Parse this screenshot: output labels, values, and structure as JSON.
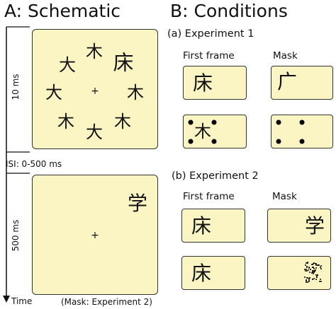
{
  "left_header": "A: Schematic",
  "right_header": "B: Conditions",
  "timeline": {
    "isi_label": "ISI: 0-500 ms",
    "top_duration": "10 ms",
    "bottom_duration": "500 ms",
    "time_label": "Time",
    "mask_note": "(Mask: Experiment 2)"
  },
  "top_frame": {
    "fixation": "+",
    "characters": [
      "木",
      "床",
      "木",
      "木",
      "大",
      "木",
      "大",
      "大"
    ]
  },
  "bottom_frame": {
    "fixation": "+",
    "character": "学"
  },
  "experiment1": {
    "title": "(a) Experiment 1",
    "col_first": "First frame",
    "col_mask": "Mask",
    "row1_first": "床",
    "row1_mask": "广",
    "row2_first": "木"
  },
  "experiment2": {
    "title": "(b) Experiment 2",
    "col_first": "First frame",
    "col_mask": "Mask",
    "row1_first": "床",
    "row1_mask": "学",
    "row2_first": "床"
  }
}
